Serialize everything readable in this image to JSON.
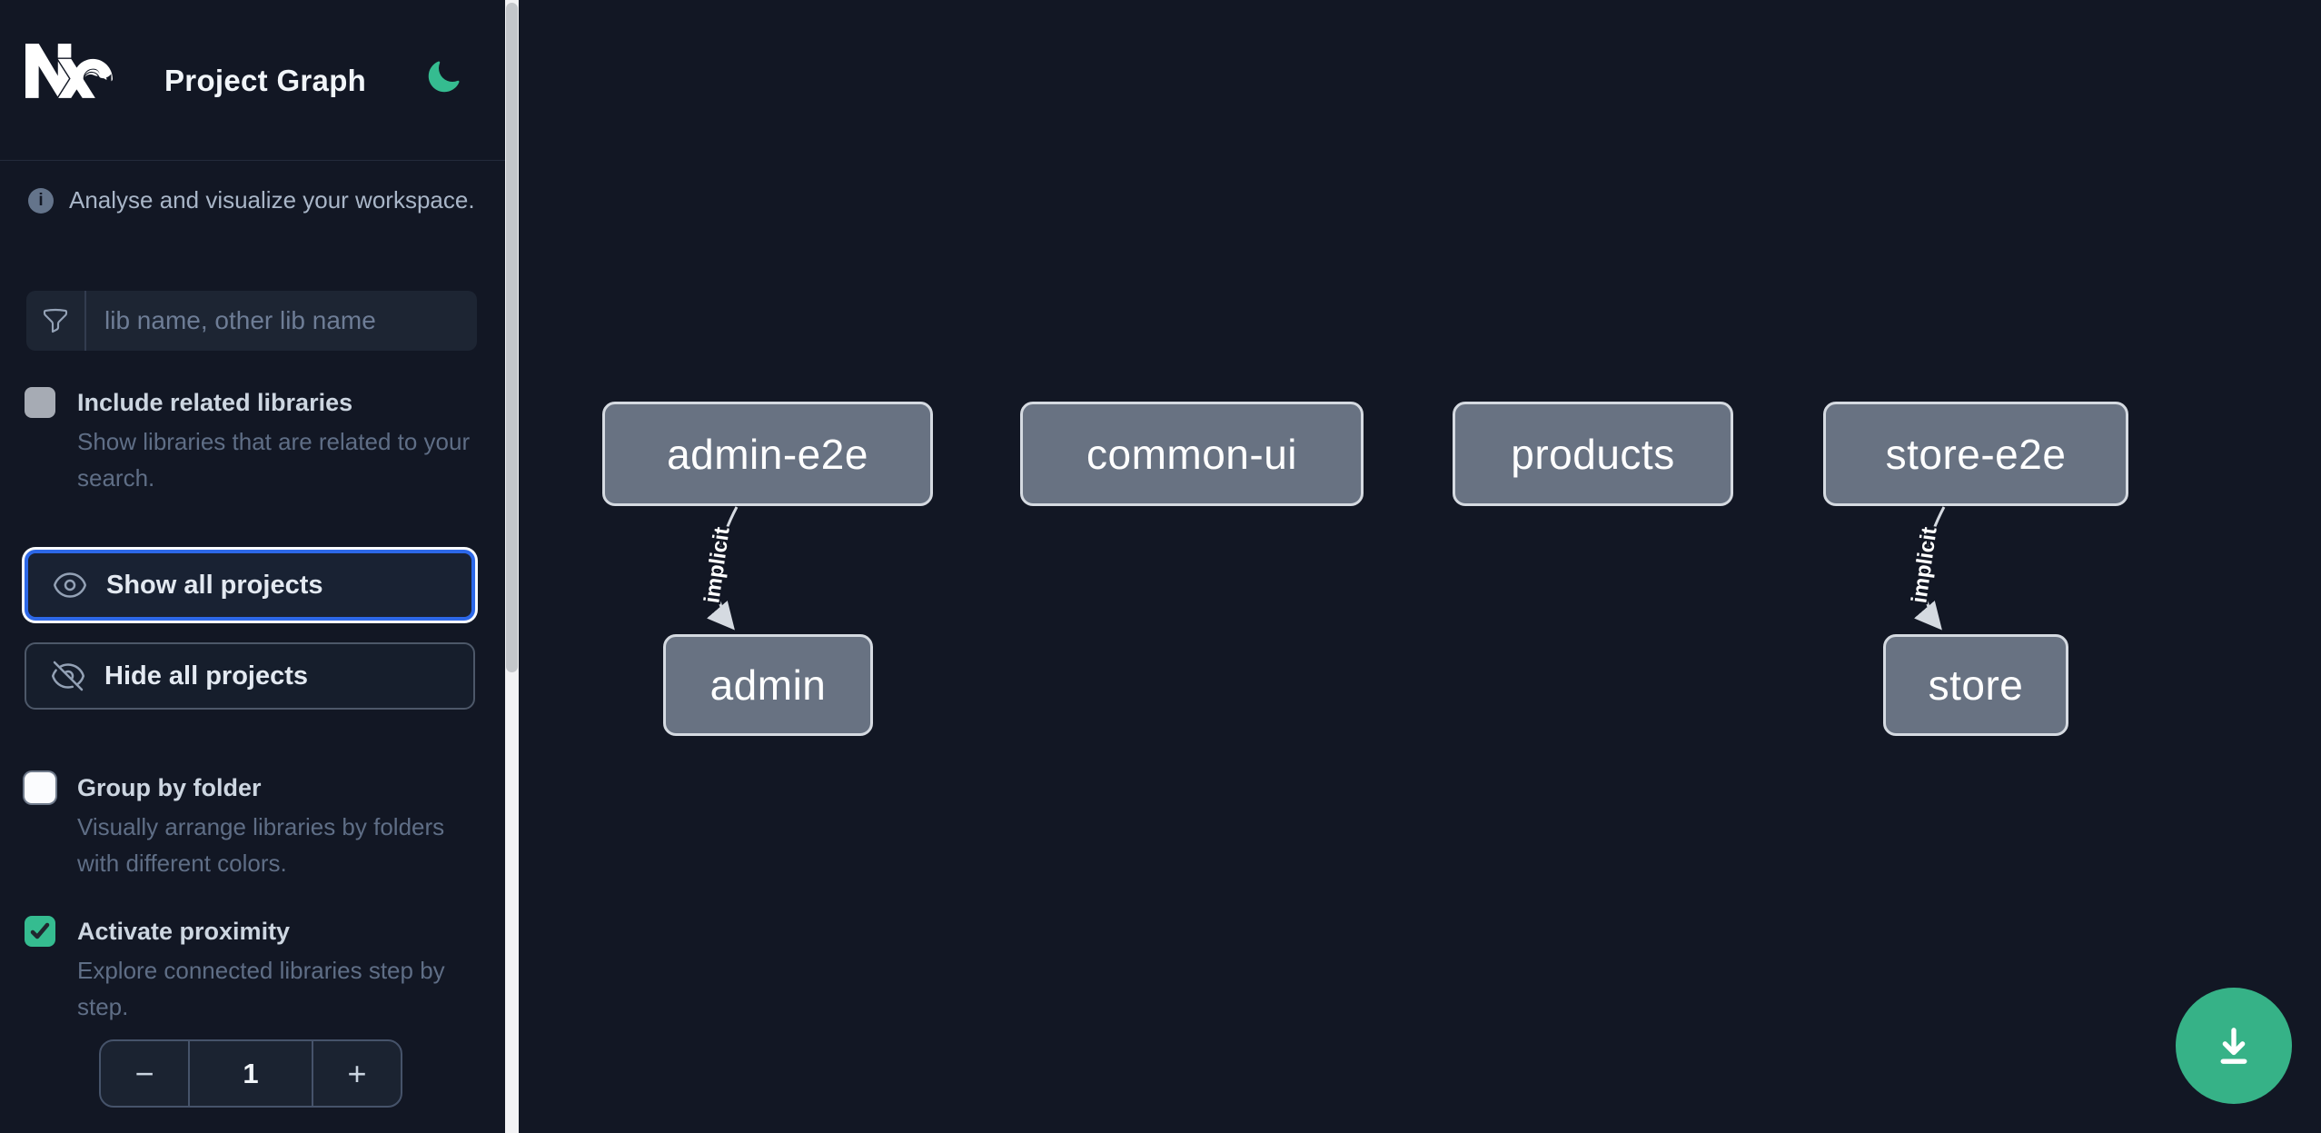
{
  "header": {
    "title": "Project Graph"
  },
  "sidebar": {
    "tagline": "Analyse and visualize your workspace.",
    "search": {
      "placeholder": "lib name, other lib name"
    },
    "options": [
      {
        "label": "Include related libraries",
        "description": "Show libraries that are related to your search.",
        "checked": false
      },
      {
        "label": "Group by folder",
        "description": "Visually arrange libraries by folders with different colors.",
        "checked": false
      },
      {
        "label": "Activate proximity",
        "description": "Explore connected libraries step by step.",
        "checked": true
      }
    ],
    "buttons": {
      "show_all": "Show all projects",
      "hide_all": "Hide all projects"
    },
    "stepper": {
      "decrement": "−",
      "value": "1",
      "increment": "+"
    }
  },
  "graph": {
    "nodes": [
      {
        "label": "admin-e2e"
      },
      {
        "label": "common-ui"
      },
      {
        "label": "products"
      },
      {
        "label": "store-e2e"
      },
      {
        "label": "admin"
      },
      {
        "label": "store"
      }
    ],
    "edges": [
      {
        "from": "admin-e2e",
        "to": "admin",
        "label": "implicit"
      },
      {
        "from": "store-e2e",
        "to": "store",
        "label": "implicit"
      }
    ]
  },
  "icons": {
    "logo": "nx-logo",
    "theme": "moon-icon",
    "info": "info-icon",
    "search": "funnel-icon",
    "show": "eye-icon",
    "hide": "eye-slash-icon",
    "fab": "download-icon"
  },
  "colors": {
    "background": "#121724",
    "accent_green": "#35bc90",
    "focus_blue": "#2d68e8",
    "node_fill": "#687282",
    "node_border": "#d5dae1"
  }
}
